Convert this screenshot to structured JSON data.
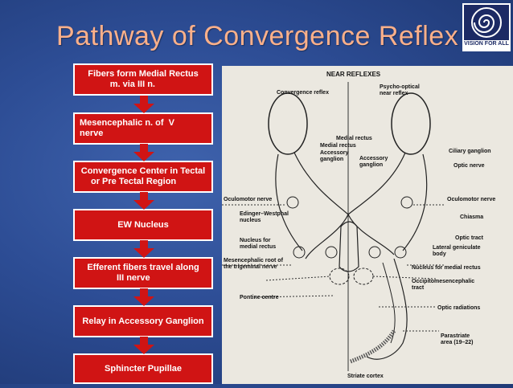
{
  "title": "Pathway of Convergence Reflex",
  "logo": {
    "text": "VISION FOR ALL",
    "icon": "spiral-eye-icon"
  },
  "flow_steps": [
    "Fibers form Medial Rectus\n         m. via III n.",
    "Mesencephalic n. of  V\nnerve",
    "Convergence Center in Tectal\n    or Pre Tectal Region",
    "EW Nucleus",
    "Efferent fibers travel along\n            III nerve",
    "Relay in Accessory Ganglion",
    "Sphincter Pupillae"
  ],
  "colors": {
    "box": "#d01414",
    "arrow": "#d01414",
    "title": "#fbb08a",
    "background": "#2d4d95"
  },
  "figure": {
    "header": "NEAR REFLEXES",
    "left_heading": "Convergence  reflex",
    "right_heading": "Psycho-optical\nnear reflex",
    "labels": {
      "medial_rectus_top": "Medial rectus",
      "medial_rectus": "Medial rectus",
      "accessory_ganglion_left": "Accessory\nganglion",
      "accessory_ganglion_right": "Accessory\nganglion",
      "ciliary_ganglion": "Ciliary ganglion",
      "optic_nerve": "Optic nerve",
      "oculomotor_left": "Oculomotor nerve",
      "oculomotor_right": "Oculomotor nerve",
      "edinger": "Edinger–Westphal\nnucleus",
      "chiasma": "Chiasma",
      "optic_tract": "Optic tract",
      "nucleus_medial_rectus_left": "Nucleus for\nmedial rectus",
      "lateral_geniculate": "Lateral geniculate\nbody",
      "mesencephalic_root": "Mesencephalic root of\nthe trigeminal nerve",
      "nucleus_medial_rectus_right": "Nucleus for medial rectus",
      "occipitomesencephalic": "Occipitomesencephalic\ntract",
      "pontine": "Pontine centre",
      "optic_radiations": "Optic radiations",
      "parastriate": "Parastriate\narea (19–22)",
      "striate": "Striate cortex"
    }
  }
}
